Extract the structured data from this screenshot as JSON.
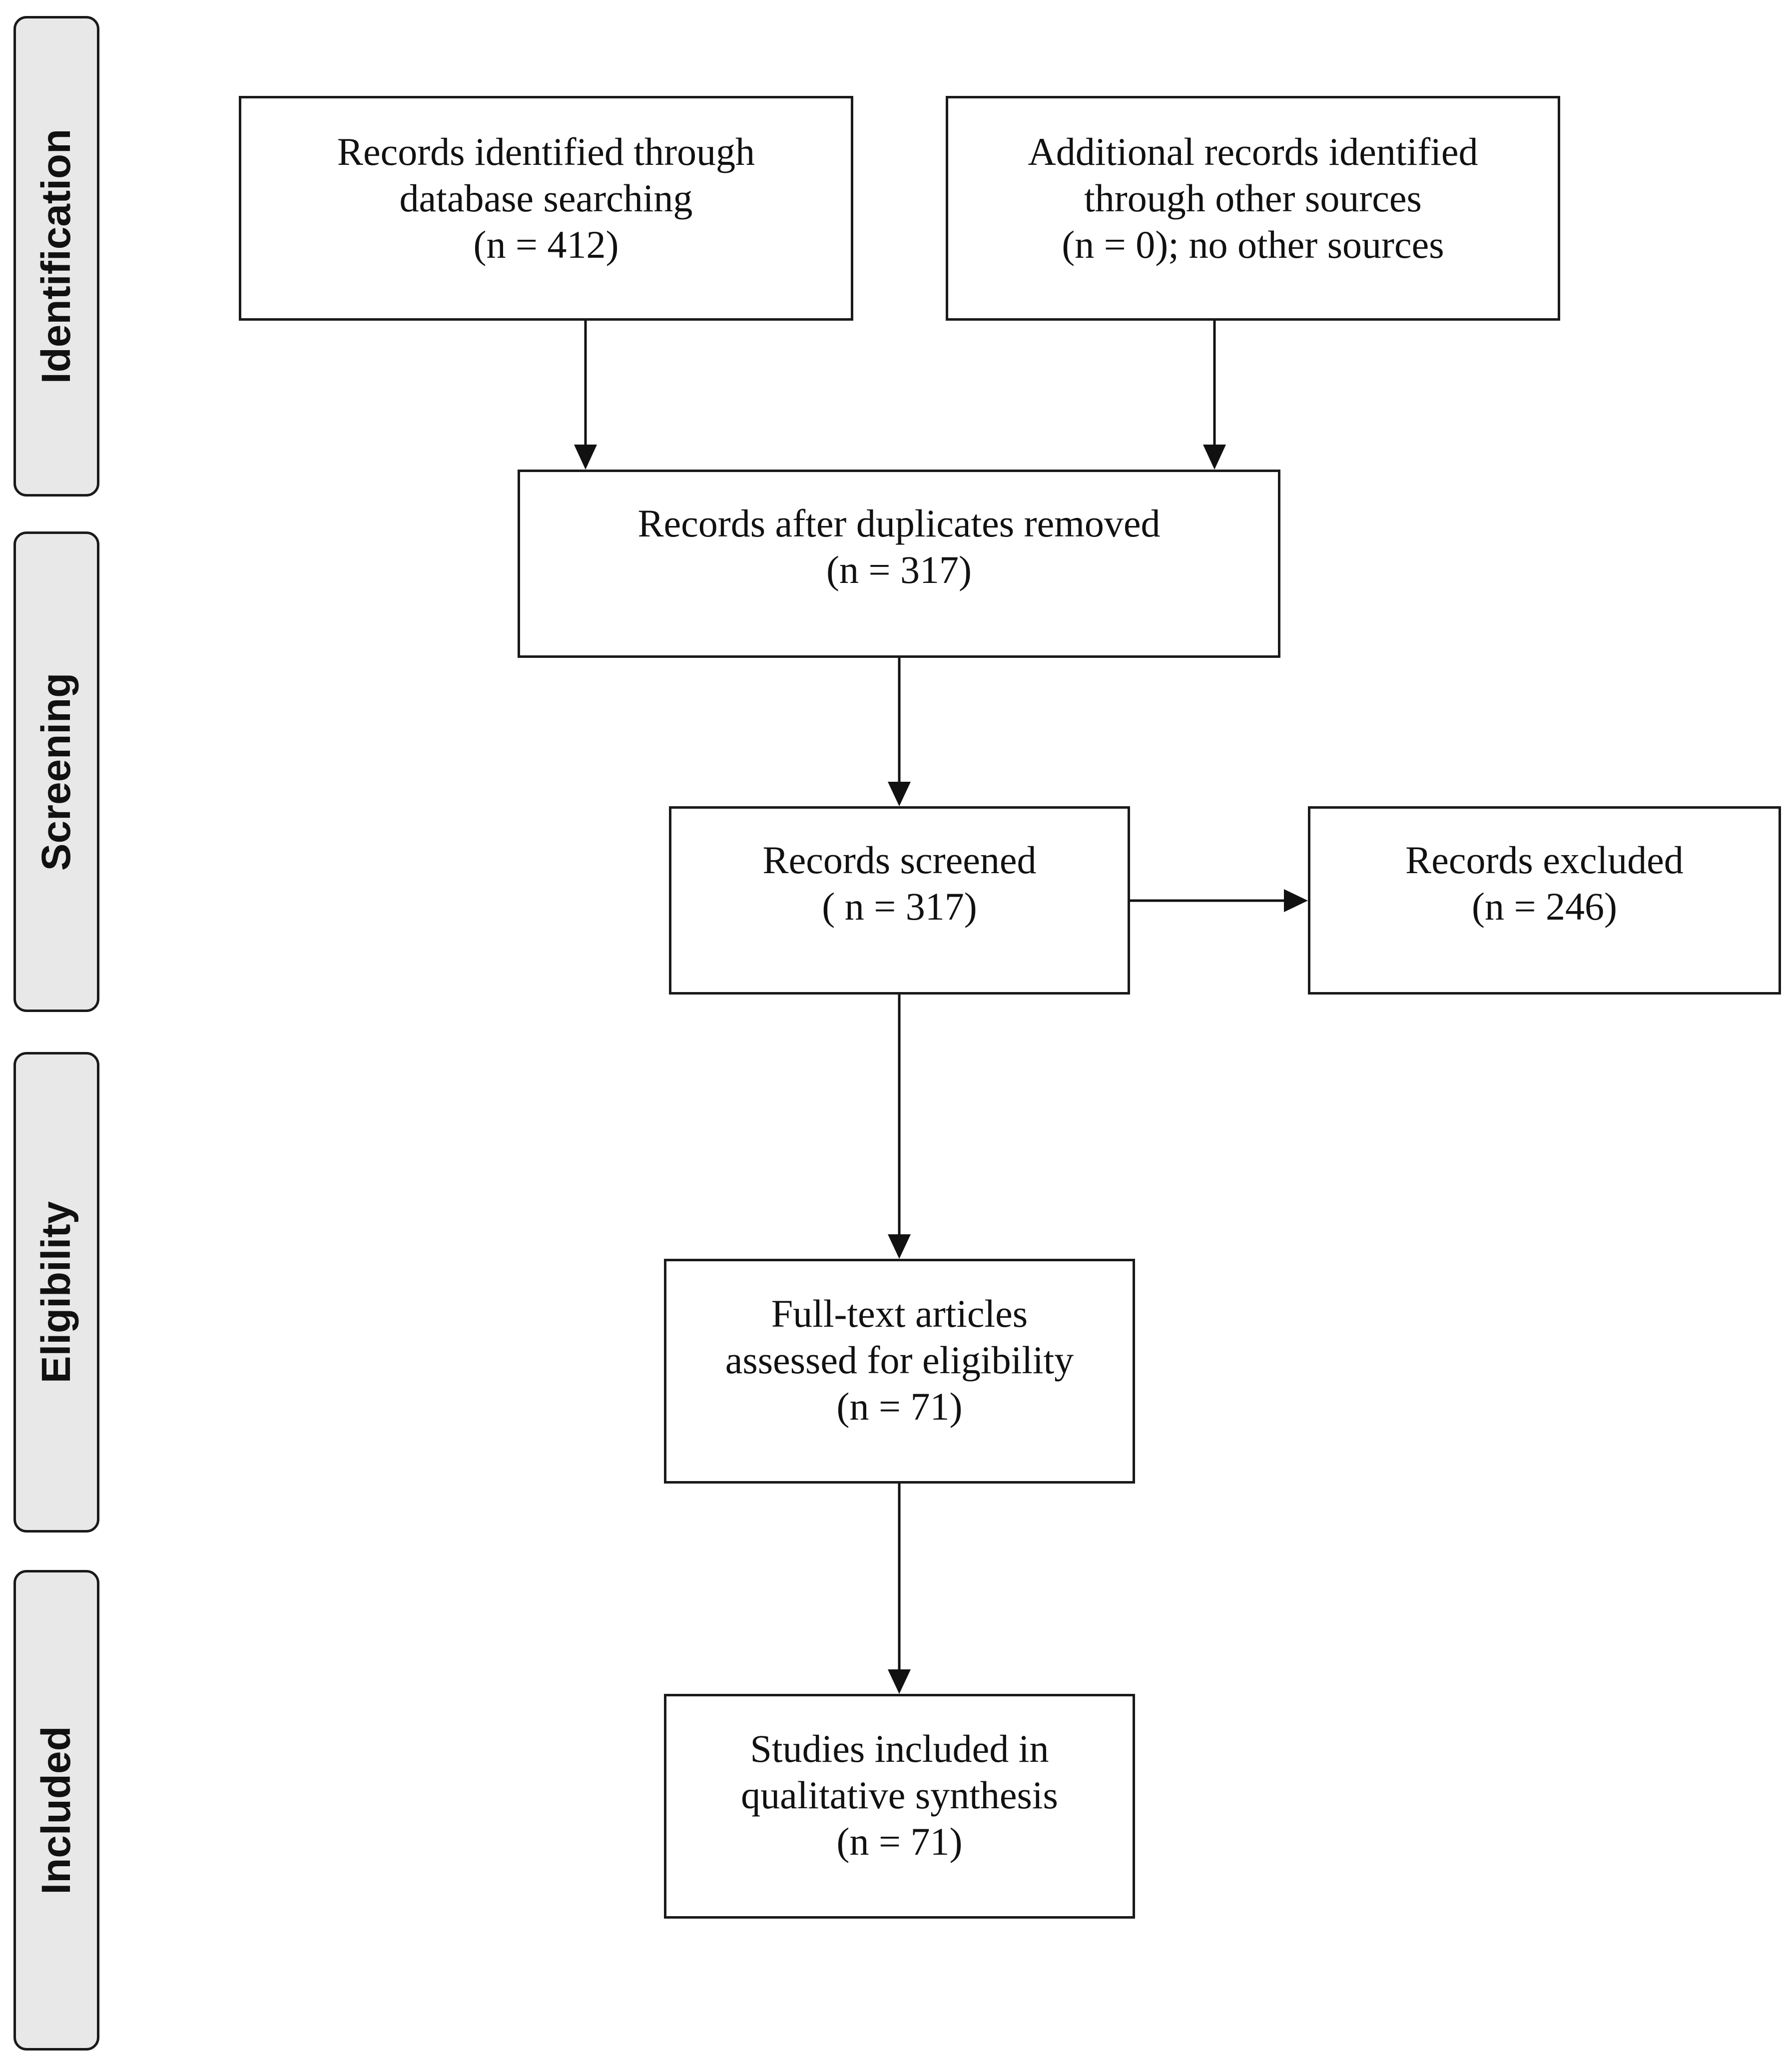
{
  "phases": {
    "identification": "Identification",
    "screening": "Screening",
    "eligibility": "Eligibility",
    "included": "Included"
  },
  "boxes": {
    "database_records": "Records identified through\ndatabase searching\n(n = 412)",
    "other_sources": "Additional records identified\nthrough other sources\n(n = 0); no other sources",
    "after_duplicates": "Records after duplicates removed\n(n = 317)",
    "screened": "Records screened\n( n = 317)",
    "excluded": "Records excluded\n(n = 246)",
    "full_text": "Full-text articles\nassessed for eligibility\n(n = 71)",
    "included_studies": "Studies included in\nqualitative synthesis\n(n = 71)"
  }
}
